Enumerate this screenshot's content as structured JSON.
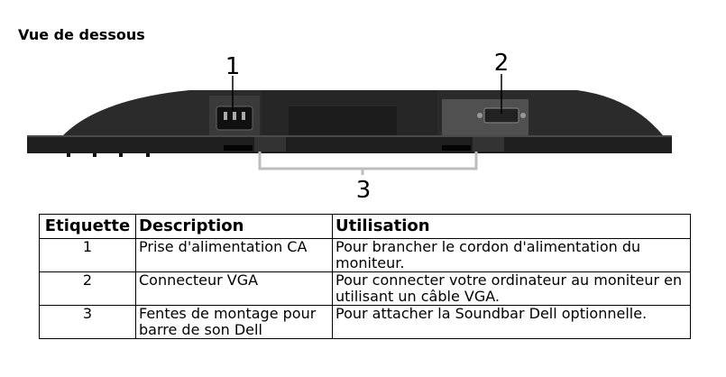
{
  "page": {
    "title": "Vue de dessous"
  },
  "figure": {
    "callouts": [
      "1",
      "2",
      "3"
    ]
  },
  "table": {
    "headers": {
      "label": "Etiquette",
      "description": "Description",
      "usage": "Utilisation"
    },
    "rows": [
      {
        "label": "1",
        "description": "Prise d'alimentation CA",
        "usage": "Pour brancher le cordon d'alimentation du moniteur."
      },
      {
        "label": "2",
        "description": "Connecteur VGA",
        "usage": "Pour connecter votre ordinateur au moniteur en utilisant un câble VGA."
      },
      {
        "label": "3",
        "description": "Fentes de montage pour barre de son Dell",
        "usage": "Pour attacher la Soundbar Dell optionnelle."
      }
    ]
  },
  "colors": {
    "bezel": "#1e1e1e",
    "panel": "#2b2b2b",
    "highlight": "#4a4a4a",
    "leader": "#bdbdbd"
  }
}
